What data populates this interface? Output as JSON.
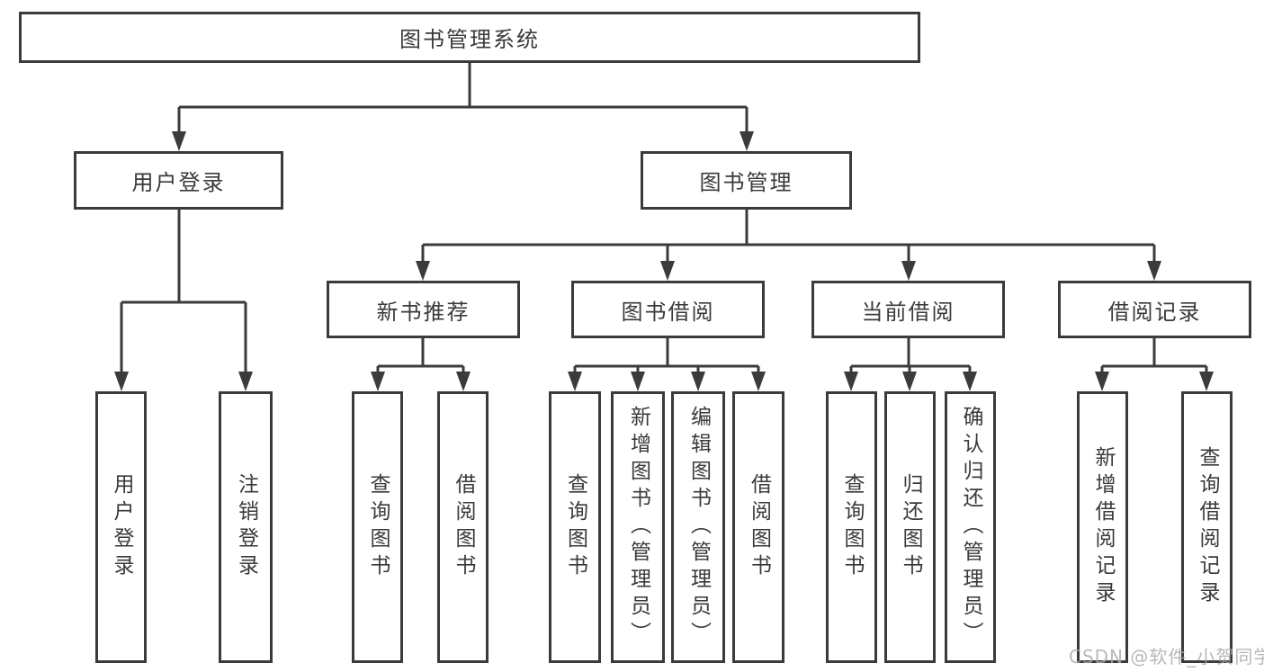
{
  "diagram": {
    "kind": "function-structure-tree",
    "root": {
      "label": "图书管理系统",
      "children": [
        {
          "label": "用户登录",
          "children": [
            {
              "label": "用户登录"
            },
            {
              "label": "注销登录"
            }
          ]
        },
        {
          "label": "图书管理",
          "children": [
            {
              "label": "新书推荐",
              "children": [
                {
                  "label": "查询图书"
                },
                {
                  "label": "借阅图书"
                }
              ]
            },
            {
              "label": "图书借阅",
              "children": [
                {
                  "label": "查询图书"
                },
                {
                  "label": "新增图书（管理员）"
                },
                {
                  "label": "编辑图书（管理员）"
                },
                {
                  "label": "借阅图书"
                }
              ]
            },
            {
              "label": "当前借阅",
              "children": [
                {
                  "label": "查询图书"
                },
                {
                  "label": "归还图书"
                },
                {
                  "label": "确认归还（管理员）"
                }
              ]
            },
            {
              "label": "借阅记录",
              "children": [
                {
                  "label": "新增借阅记录"
                },
                {
                  "label": "查询借阅记录"
                }
              ]
            }
          ]
        }
      ]
    },
    "colors": {
      "line": "#3b3b3b",
      "text": "#3a3a3a",
      "background": "#ffffff"
    }
  },
  "watermark": {
    "text": "CSDN @软件_小贺同学",
    "color": "#acacac"
  }
}
